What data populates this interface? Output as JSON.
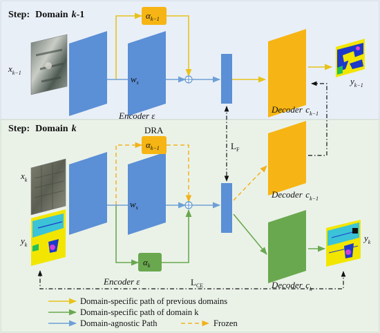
{
  "steps": {
    "prev": {
      "label": "Step:",
      "domain": "Domain",
      "symbol": "k",
      "suffix": "-1"
    },
    "curr": {
      "label": "Step:",
      "domain": "Domain",
      "symbol": "k"
    }
  },
  "prev": {
    "input_var": "x",
    "input_sub": "k−1",
    "weight": "w",
    "weight_sub": "s",
    "alpha": "α",
    "alpha_sub": "k−1",
    "encoder_label": "Encoder ε",
    "decoder_label": "Decoder",
    "decoder_var": "c",
    "decoder_sub": "k−1",
    "output_var": "y",
    "output_sub": "k−1"
  },
  "curr": {
    "input_var": "x",
    "input_sub": "k",
    "label_var": "y",
    "label_sub": "k",
    "weight": "w",
    "weight_sub": "s",
    "dra_label": "DRA",
    "alpha_prev": "α",
    "alpha_prev_sub": "k−1",
    "alpha": "α",
    "alpha_sub": "k",
    "encoder_label": "Encoder  ε",
    "decoder_prev_label": "Decoder",
    "decoder_prev_var": "c",
    "decoder_prev_sub": "k−1",
    "decoder_label": "Decoder",
    "decoder_var": "c",
    "decoder_sub": "k",
    "output_var": "y",
    "output_sub": "k"
  },
  "losses": {
    "feature": "L",
    "feature_sub": "F",
    "ce": "L",
    "ce_sub": "CE"
  },
  "legend": [
    {
      "text": "Domain-specific path of previous domains",
      "color": "#e8c21a",
      "style": "solid"
    },
    {
      "text": "Domain-specific path of domain k",
      "color": "#6aa84f",
      "style": "solid"
    },
    {
      "text": "Domain-agnostic Path",
      "color": "#6e9fd6",
      "style": "solid"
    },
    {
      "text": "Frozen",
      "color": "#f3b21c",
      "style": "dashed"
    }
  ],
  "colors": {
    "prev_bg": "#e9eff7",
    "curr_bg": "#eaf2e8",
    "encoder_blue": "#5b8fd6",
    "orange": "#f6b514",
    "green": "#6aa84f",
    "yellow_line": "#e8c21a",
    "blue_line": "#6e9fd6"
  }
}
